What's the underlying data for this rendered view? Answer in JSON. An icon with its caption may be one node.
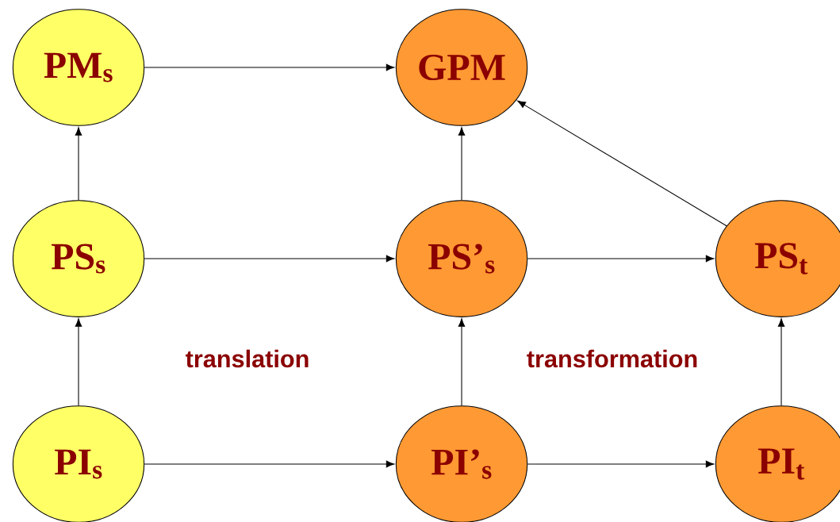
{
  "diagram": {
    "nodes": [
      {
        "text": [
          "PM$_{s}$"
        ]
      },
      {
        "text": [
          "GPM"
        ]
      },
      {
        "text": [
          "PS$_{s}$"
        ]
      },
      {
        "text": [
          "PS’$_{s}$"
        ]
      },
      {
        "text": [
          "PS$_{t}$"
        ]
      },
      {
        "text": [
          "PI$_{s}$"
        ]
      },
      {
        "text": [
          "PI’$_{s}$"
        ]
      },
      {
        "text": [
          "PI$_{t}$"
        ]
      }
    ],
    "edges": [
      {
        "from": 0,
        "to": 1,
        "arrow": "to"
      },
      {
        "from": 2,
        "to": 0,
        "arrow": "to"
      },
      {
        "from": 2,
        "to": 3,
        "arrow": "to"
      },
      {
        "from": 3,
        "to": 1,
        "arrow": "to"
      },
      {
        "from": 3,
        "to": 4,
        "arrow": "to"
      },
      {
        "from": 4,
        "to": 1,
        "arrow": "to"
      },
      {
        "from": 5,
        "to": 2,
        "arrow": "to"
      },
      {
        "from": 5,
        "to": 6,
        "arrow": "to"
      },
      {
        "from": 6,
        "to": 3,
        "arrow": "to"
      },
      {
        "from": 6,
        "to": 7,
        "arrow": "to"
      },
      {
        "from": 7,
        "to": 4,
        "arrow": "to"
      }
    ],
    "labels": [
      "translation",
      "transformation"
    ]
  }
}
